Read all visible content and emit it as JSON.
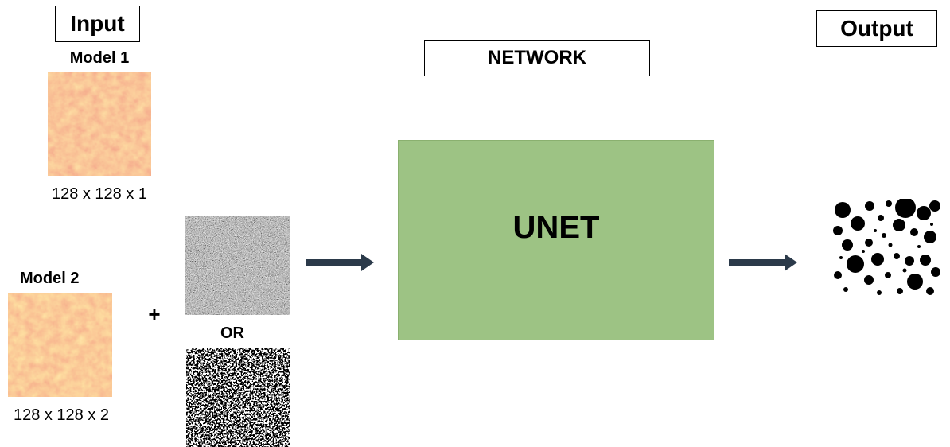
{
  "headers": {
    "input": "Input",
    "output": "Output",
    "network": "NETWORK"
  },
  "model1": {
    "label": "Model 1",
    "dims": "128 x 128 x 1"
  },
  "model2": {
    "label": "Model 2",
    "dims": "128 x 128 x 2"
  },
  "operators": {
    "plus": "+",
    "or": "OR"
  },
  "network_box": {
    "label": "UNET",
    "color": "#9dc384",
    "border": "#8ab06f"
  },
  "arrow_color": "#2b3a4a",
  "icons": [
    "heatmap-tile-icon",
    "noise-tile-icon",
    "binary-noise-tile-icon",
    "segmentation-output-icon",
    "arrow-right-icon"
  ]
}
